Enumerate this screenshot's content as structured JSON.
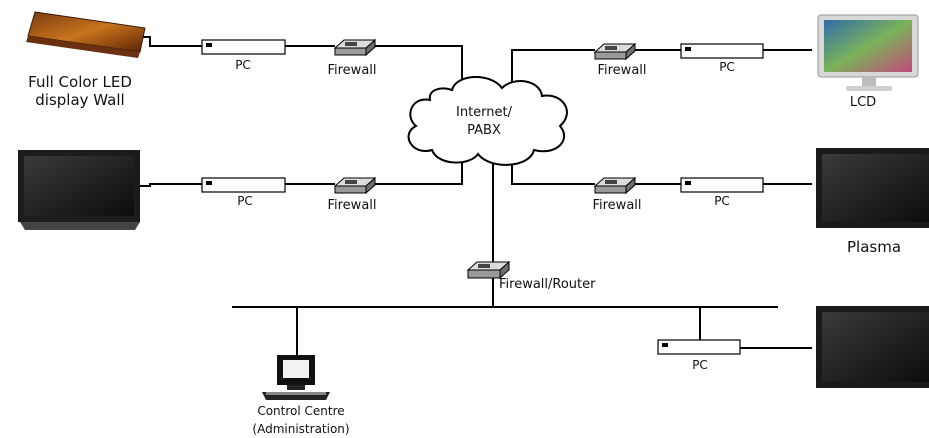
{
  "center_cloud": {
    "label_line1": "Internet/",
    "label_line2": "PABX"
  },
  "labels": {
    "led_wall": "Full Color LED\ndisplay Wall",
    "lcd": "LCD",
    "plasma": "Plasma",
    "control_centre": "Control Centre\n(Administration)",
    "firewall": "Firewall",
    "firewall_router": "Firewall/Router",
    "pc": "PC"
  }
}
